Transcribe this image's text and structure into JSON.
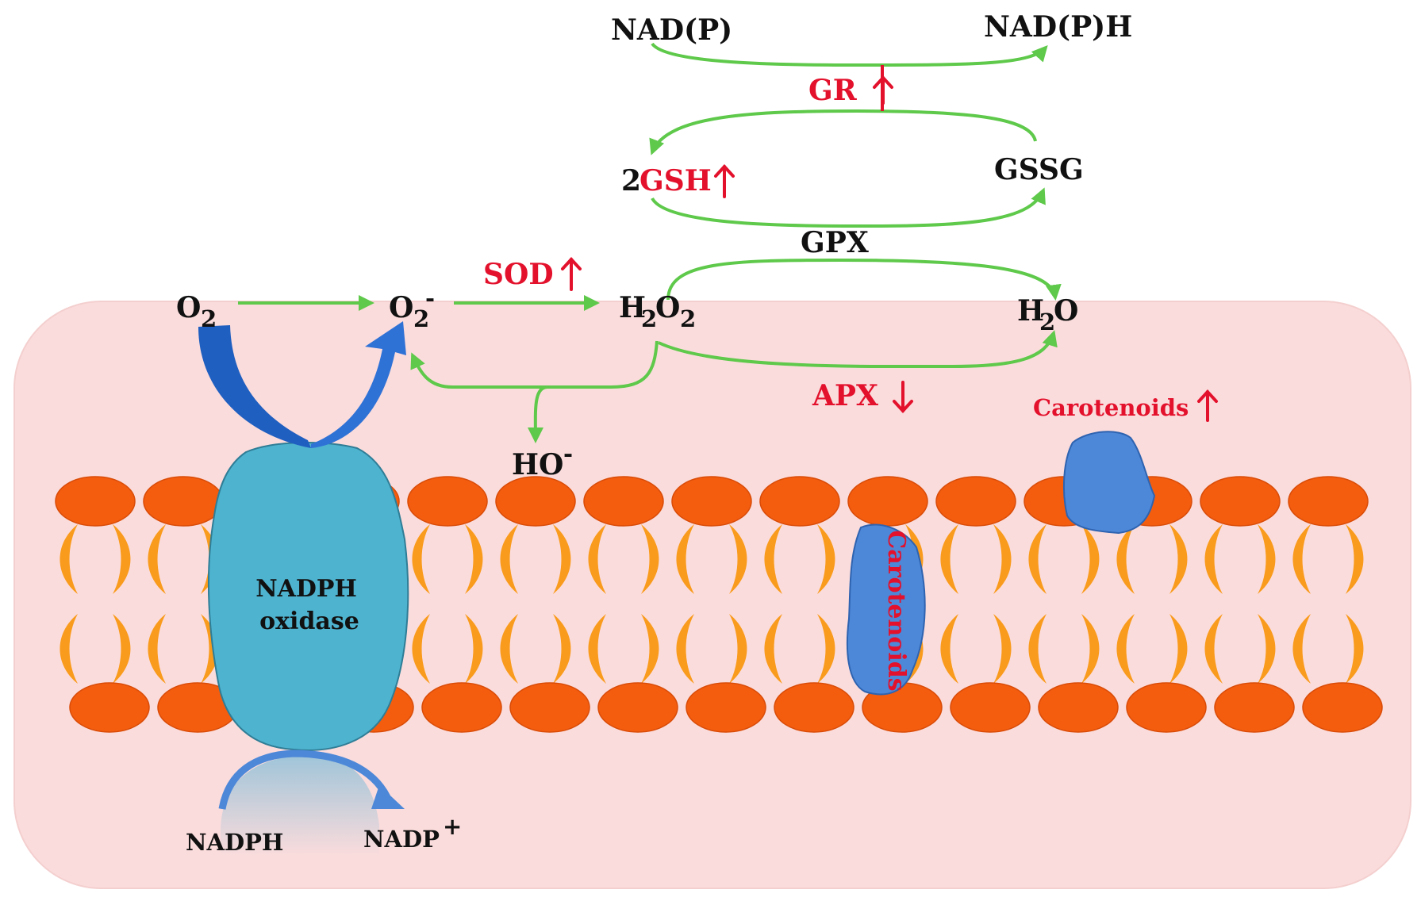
{
  "colors": {
    "cell_background": "#fbdcdc",
    "lipid_head": "#f45d0e",
    "lipid_tail": "#f99b1c",
    "pathway_arrow": "#5ec94a",
    "nadph_oxidase": "#4eb3cf",
    "carotenoid_protein": "#4d88d8",
    "electron_arrow": "#1f5fc0",
    "regulation_mark": "#e3112c",
    "label_text": "#111111"
  },
  "icons": {
    "up_arrow": "up-arrow-icon",
    "down_arrow": "down-arrow-icon"
  },
  "labels": {
    "nadp_top": "NAD(P)",
    "nadph_top": "NAD(P)H",
    "gr": "GR",
    "gsh_coef": "2",
    "gsh": "GSH",
    "gssg": "GSSG",
    "gpx": "GPX",
    "sod": "SOD",
    "o2": "O",
    "o2_sub": "2",
    "superoxide": "O",
    "superoxide_sub": "2",
    "superoxide_sup": "-",
    "h2o2_h": "H",
    "h2o2_sub1": "2",
    "h2o2_o": "O",
    "h2o2_sub2": "2",
    "h2o_h": "H",
    "h2o_sub": "2",
    "h2o_o": "O",
    "apx": "APX",
    "hydroxyl": "HO",
    "hydroxyl_sup": "-",
    "carotenoids_label": "Carotenoids",
    "carotenoids_in_membrane": "Carotenoids",
    "nadph_oxidase_line1": "NADPH",
    "nadph_oxidase_line2": "oxidase",
    "nadph_bottom": "NADPH",
    "nadp_bottom": "NADP",
    "nadp_bottom_sup": "+"
  },
  "regulation": {
    "gr": "up",
    "gsh": "up",
    "sod": "up",
    "apx": "down",
    "carotenoids": "up"
  }
}
